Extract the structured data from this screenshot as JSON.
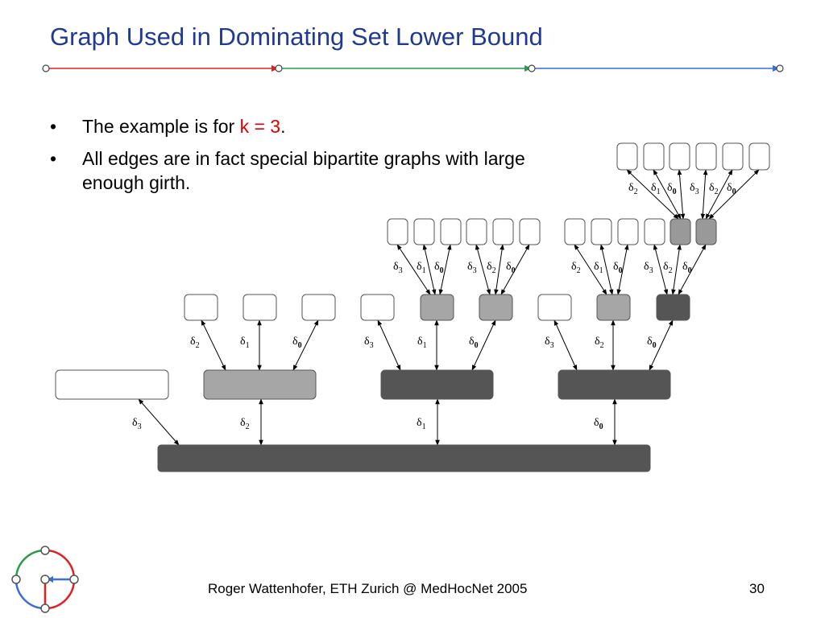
{
  "slide": {
    "title": "Graph Used in Dominating Set Lower Bound",
    "bullets": [
      {
        "before": "The example is for ",
        "highlight": "k = 3",
        "after": "."
      },
      {
        "before": "All edges are in fact special bipartite graphs with large enough girth.",
        "highlight": "",
        "after": ""
      }
    ],
    "footer": "Roger Wattenhofer, ETH Zurich @ MedHocNet 2005",
    "slide_number": "30"
  },
  "diagram": {
    "delta_symbol": "δ",
    "colors": {
      "white": "#ffffff",
      "light_gray": "#a6a6a6",
      "medium_gray": "#999999",
      "dark_gray": "#555555",
      "title_blue": "#1f3a93",
      "rule_red": "#e02020",
      "rule_green": "#2e9a4a",
      "rule_blue": "#3a6fd8"
    },
    "root_edges": [
      "3",
      "2",
      "1",
      "0"
    ],
    "level1_edges": {
      "a": [
        "2",
        "1",
        "0"
      ],
      "b": [
        "3",
        "1",
        "0"
      ],
      "c": [
        "3",
        "2",
        "0"
      ]
    },
    "level2_edges": {
      "a": [
        "3",
        "1",
        "0"
      ],
      "b": [
        "3",
        "2",
        "0"
      ],
      "c": [
        "2",
        "1",
        "0"
      ],
      "d": [
        "3",
        "2",
        "0"
      ]
    },
    "level3_edges": {
      "a": [
        "2",
        "1",
        "0"
      ],
      "b": [
        "3",
        "2",
        "0"
      ]
    }
  }
}
